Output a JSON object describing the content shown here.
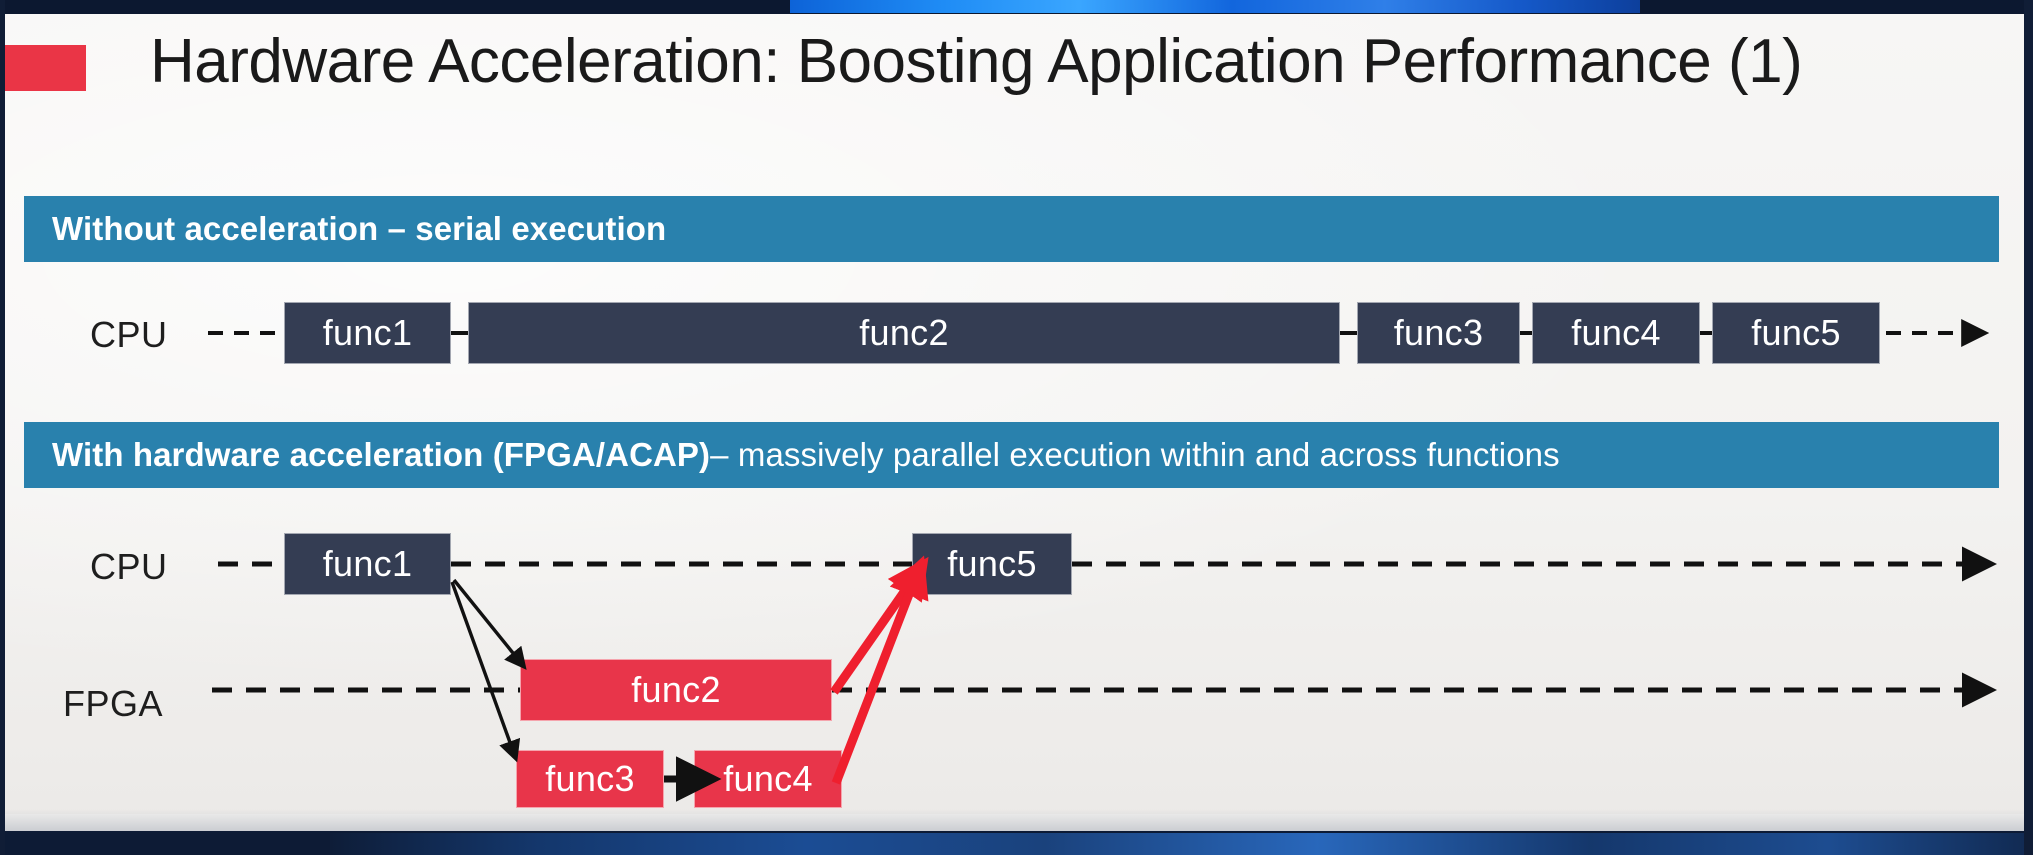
{
  "slide": {
    "title": "Hardware Acceleration: Boosting Application Performance (1)",
    "accent_color": "#ea3546",
    "band_color": "#2981ad",
    "dark_box_color": "#343d53",
    "red_box_color": "#e8354a",
    "background_color": "#f3f2f0"
  },
  "sections": {
    "serial": {
      "band_bold": "Without acceleration – serial execution",
      "band_regular": "",
      "row_label": "CPU",
      "boxes": [
        {
          "label": "func1"
        },
        {
          "label": "func2"
        },
        {
          "label": "func3"
        },
        {
          "label": "func4"
        },
        {
          "label": "func5"
        }
      ]
    },
    "accelerated": {
      "band_bold": "With hardware acceleration (FPGA/ACAP)",
      "band_regular": " – massively parallel execution within and across functions",
      "cpu_label": "CPU",
      "fpga_label": "FPGA",
      "cpu_boxes": [
        {
          "label": "func1"
        },
        {
          "label": "func5"
        }
      ],
      "fpga_boxes": [
        {
          "label": "func2"
        },
        {
          "label": "func3"
        },
        {
          "label": "func4"
        }
      ]
    }
  },
  "icons": {
    "timeline_arrow": "timeline-arrow-icon",
    "dispatch_arrow": "dispatch-arrow-icon",
    "return_arrow": "return-arrow-icon",
    "chain_arrow": "chain-arrow-icon",
    "title_marker": "title-accent-marker"
  }
}
